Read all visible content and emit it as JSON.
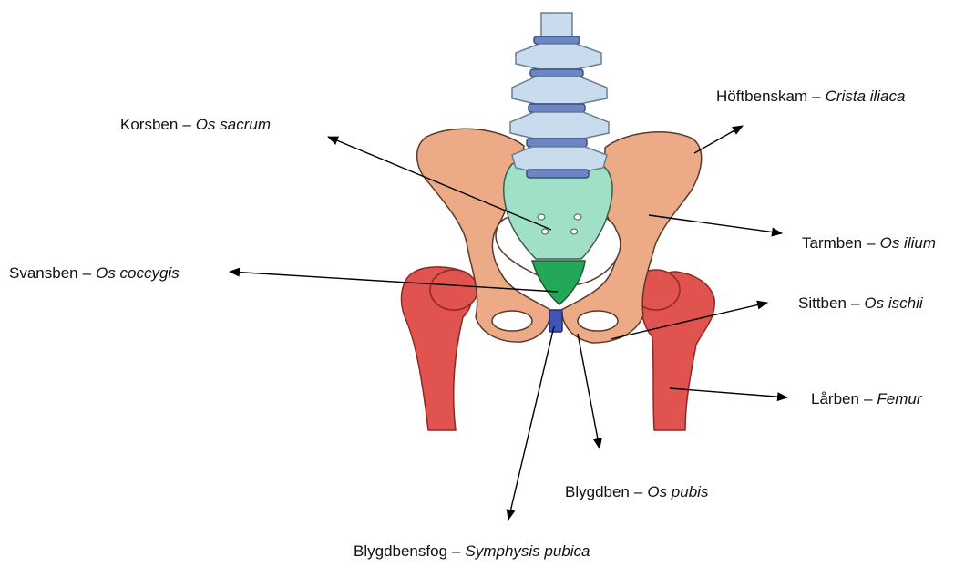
{
  "separator": "–",
  "colors": {
    "hip_bone": "#ecaa86",
    "hip_bone_edge": "#5a3a2a",
    "spine": "#c9dced",
    "spine_disc": "#6b86c4",
    "sacrum": "#9fe0c6",
    "coccyx": "#23a85a",
    "femur": "#e0534f",
    "symphysis": "#3f56b8",
    "arrow": "#000000"
  },
  "labels": [
    {
      "id": "crista-iliaca",
      "swedish": "Höftbenskam",
      "latin": "Crista iliaca"
    },
    {
      "id": "os-sacrum",
      "swedish": "Korsben",
      "latin": "Os sacrum"
    },
    {
      "id": "os-ilium",
      "swedish": "Tarmben",
      "latin": "Os ilium"
    },
    {
      "id": "os-coccygis",
      "swedish": "Svansben",
      "latin": "Os coccygis"
    },
    {
      "id": "os-ischii",
      "swedish": "Sittben",
      "latin": "Os ischii"
    },
    {
      "id": "femur",
      "swedish": "Lårben",
      "latin": "Femur"
    },
    {
      "id": "os-pubis",
      "swedish": "Blygdben",
      "latin": "Os pubis"
    },
    {
      "id": "symphysis-pubica",
      "swedish": "Blygdbensfog",
      "latin": "Symphysis pubica"
    }
  ]
}
